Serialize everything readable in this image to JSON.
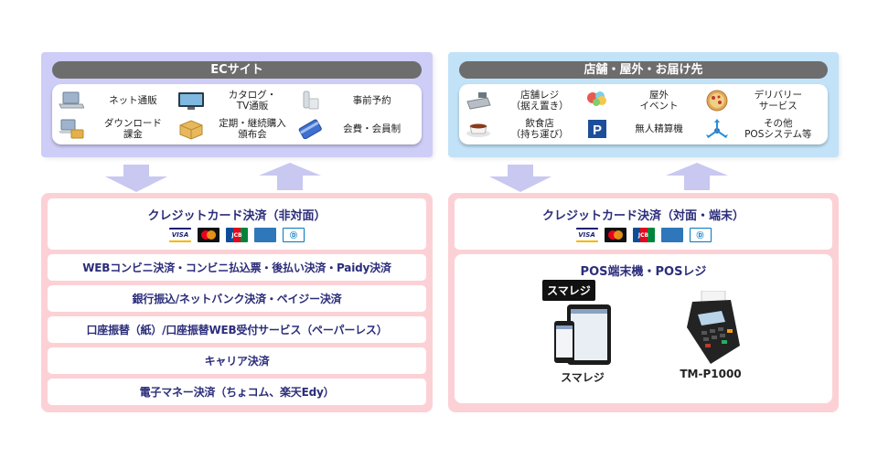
{
  "ec_panel": {
    "title": "ECサイト",
    "items": [
      {
        "label": "ネット通販",
        "icon": "laptop-icon"
      },
      {
        "label": "カタログ・\nTV通販",
        "icon": "tv-icon"
      },
      {
        "label": "事前予約",
        "icon": "phone-icon"
      },
      {
        "label": "ダウンロード\n課金",
        "icon": "laptop-download-icon"
      },
      {
        "label": "定期・継続購入\n頒布会",
        "icon": "package-icon"
      },
      {
        "label": "会費・会員制",
        "icon": "credit-card-icon"
      }
    ]
  },
  "store_panel": {
    "title": "店舗・屋外・お届け先",
    "items": [
      {
        "label": "店舗レジ\n（据え置き）",
        "icon": "cash-register-icon"
      },
      {
        "label": "屋外\nイベント",
        "icon": "balloons-icon"
      },
      {
        "label": "デリバリー\nサービス",
        "icon": "pizza-icon"
      },
      {
        "label": "飲食店\n（持ち運び）",
        "icon": "coffee-cup-icon"
      },
      {
        "label": "無人精算機",
        "icon": "parking-icon"
      },
      {
        "label": "その他\nPOSシステム等",
        "icon": "network-icon"
      }
    ]
  },
  "online_payments": {
    "credit": {
      "title": "クレジットカード決済（非対面）",
      "cards": [
        "VISA",
        "Mastercard",
        "JCB",
        "AMERICAN EXPRESS",
        "Diners Club"
      ]
    },
    "rows": [
      "WEBコンビニ決済・コンビニ払込票・後払い決済・Paidy決済",
      "銀行振込/ネットバンク決済・ペイジー決済",
      "口座振替（紙）/口座振替WEB受付サービス（ペーパーレス）",
      "キャリア決済",
      "電子マネー決済（ちょコム、楽天Edy）"
    ]
  },
  "offline_payments": {
    "credit": {
      "title": "クレジットカード決済（対面・端末）",
      "cards": [
        "VISA",
        "Mastercard",
        "JCB",
        "AMERICAN EXPRESS",
        "Diners Club"
      ]
    },
    "pos": {
      "title": "POS端末機・POSレジ",
      "smaregi_logo": "スマレジ",
      "smaregi_label": "スマレジ",
      "tm_label": "TM-P1000"
    }
  },
  "colors": {
    "ec_bg": "#cdcdf7",
    "store_bg": "#c2e2f8",
    "payment_bg": "#fcd1d6",
    "header_bg": "#6d6d6d",
    "text_navy": "#2b2d7a",
    "arrow": "#c8c8f0"
  }
}
